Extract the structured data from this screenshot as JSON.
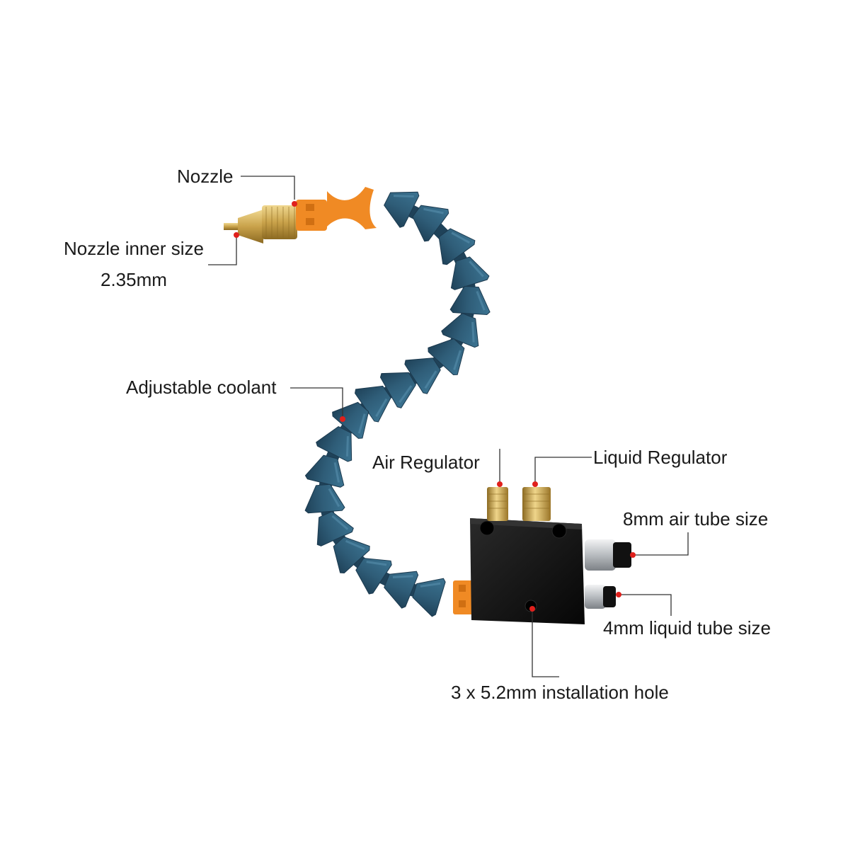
{
  "callouts": {
    "nozzle": "Nozzle",
    "nozzle_inner_size": "Nozzle inner size",
    "nozzle_inner_size_value": "2.35mm",
    "adjustable_coolant": "Adjustable coolant",
    "air_regulator": "Air Regulator",
    "liquid_regulator": "Liquid Regulator",
    "air_tube_size": "8mm air tube size",
    "liquid_tube_size": "4mm liquid tube size",
    "installation_hole": "3 x 5.2mm installation hole"
  },
  "colors": {
    "background": "#ffffff",
    "hose_blue": "#2f5d78",
    "hose_orange": "#f08a24",
    "brass": "#c9a24a",
    "block_black": "#111111",
    "leader_line": "#333333",
    "marker_red": "#e0201c",
    "fitting_silver": "#b8bcc0"
  }
}
